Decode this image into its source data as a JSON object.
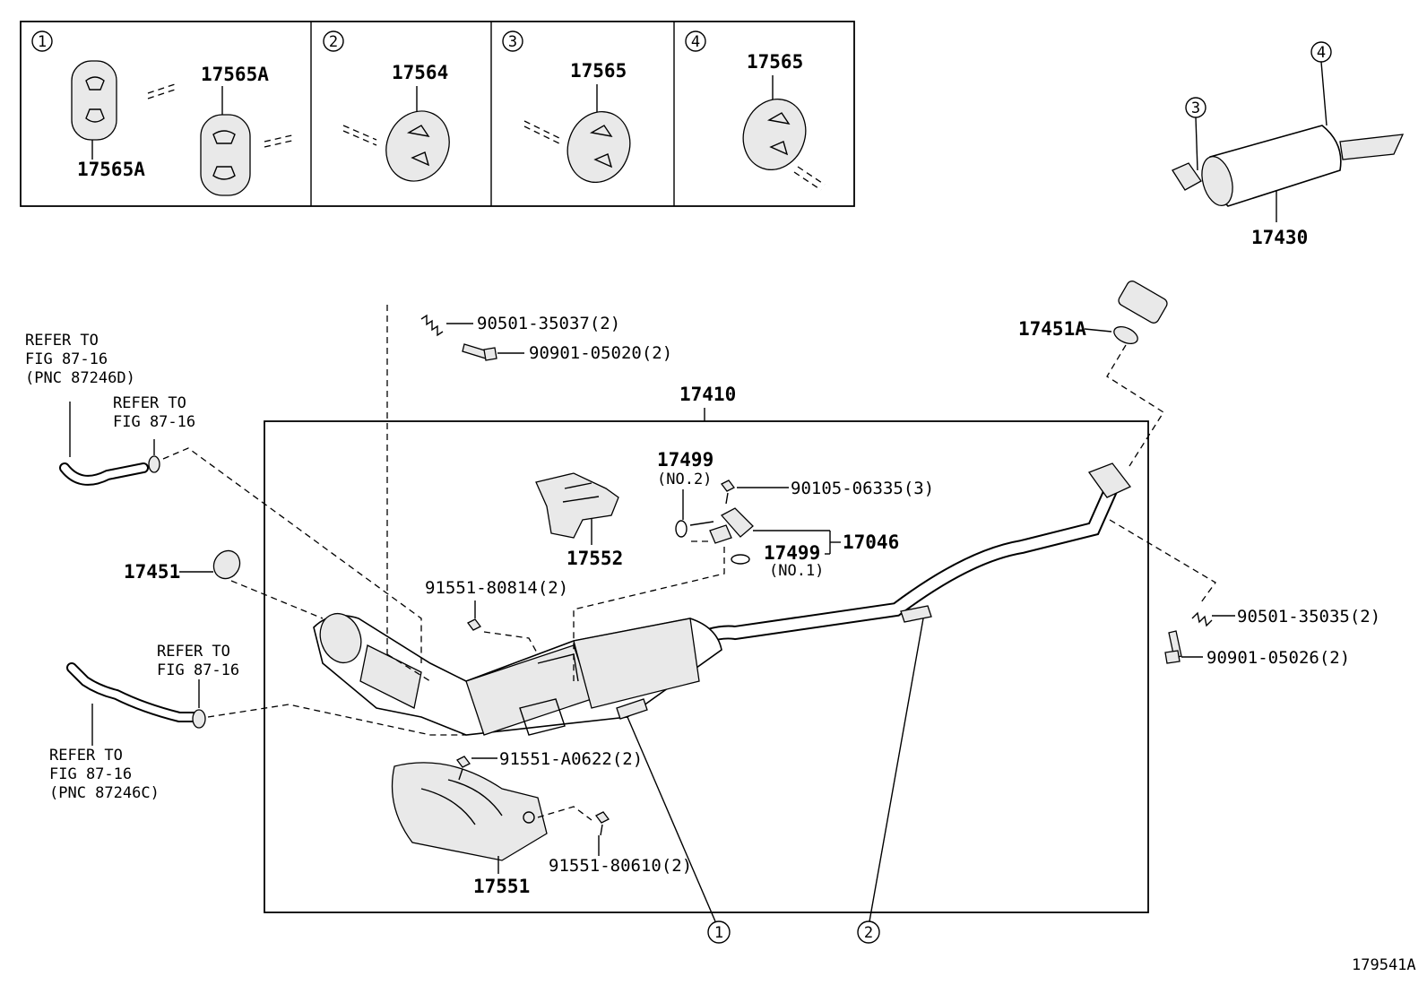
{
  "diagram_id": "179541A",
  "assembly": {
    "main": "17410"
  },
  "inset_panels": [
    {
      "marker": "1",
      "labels": [
        "17565A",
        "17565A"
      ]
    },
    {
      "marker": "2",
      "labels": [
        "17564"
      ]
    },
    {
      "marker": "3",
      "labels": [
        "17565"
      ]
    },
    {
      "marker": "4",
      "labels": [
        "17565"
      ]
    }
  ],
  "callout_markers": [
    "1",
    "2",
    "3",
    "4"
  ],
  "parts": {
    "p17430": "17430",
    "p17451A": "17451A",
    "p17451": "17451",
    "p17499_2": "17499",
    "p17499_2_note": "(NO.2)",
    "p17499_1": "17499",
    "p17499_1_note": "(NO.1)",
    "p17046": "17046",
    "p17552": "17552",
    "p17551": "17551",
    "b90501_35037": "90501-35037(2)",
    "b90901_05020": "90901-05020(2)",
    "b90105_06335": "90105-06335(3)",
    "b91551_80814": "91551-80814(2)",
    "b91551_A0622": "91551-A0622(2)",
    "b91551_80610": "91551-80610(2)",
    "b90501_35035": "90501-35035(2)",
    "b90901_05026": "90901-05026(2)"
  },
  "references": {
    "ref1": [
      "REFER TO",
      "FIG 87-16",
      "(PNC 87246D)"
    ],
    "ref2": [
      "REFER TO",
      "FIG 87-16"
    ],
    "ref3": [
      "REFER TO",
      "FIG 87-16"
    ],
    "ref4": [
      "REFER TO",
      "FIG 87-16",
      "(PNC 87246C)"
    ]
  }
}
